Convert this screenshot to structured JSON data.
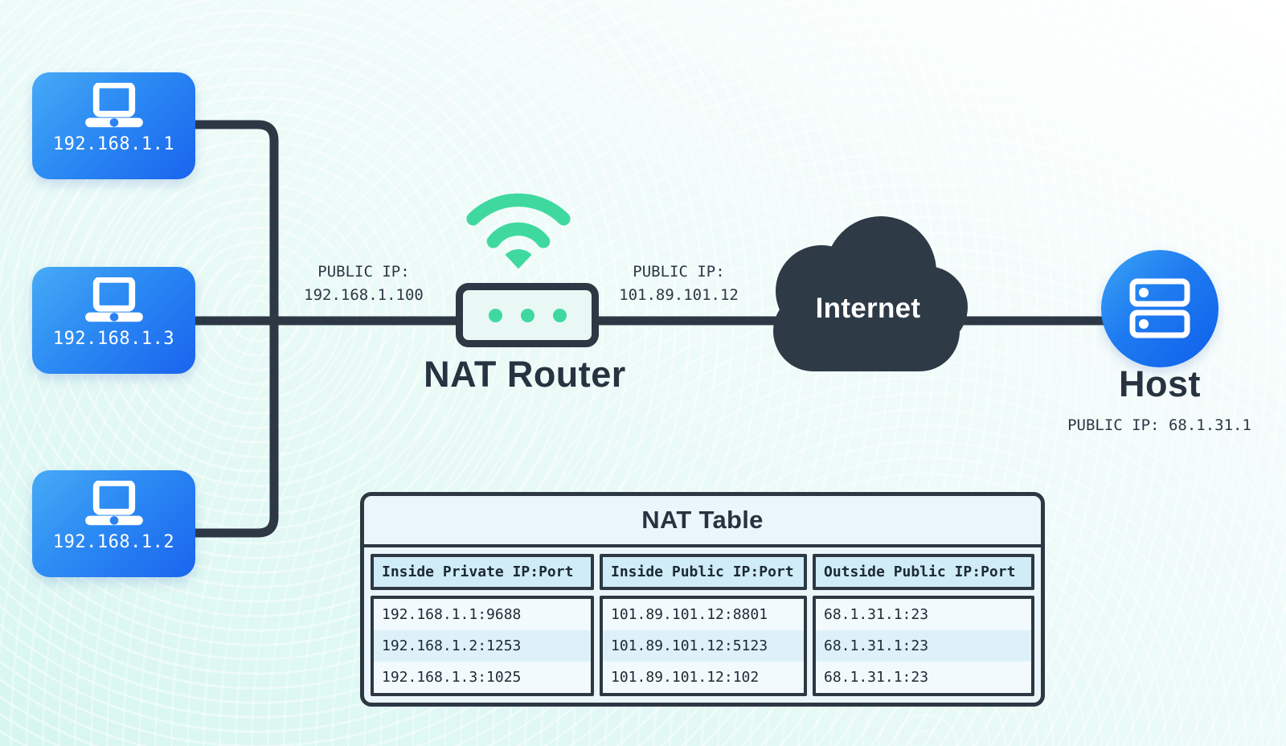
{
  "devices": [
    {
      "id": "laptop-1",
      "ip": "192.168.1.1"
    },
    {
      "id": "laptop-2",
      "ip": "192.168.1.3"
    },
    {
      "id": "laptop-3",
      "ip": "192.168.1.2"
    }
  ],
  "router": {
    "title": "NAT Router",
    "inside_label_line1": "PUBLIC IP:",
    "inside_label_line2": "192.168.1.100",
    "outside_label_line1": "PUBLIC IP:",
    "outside_label_line2": "101.89.101.12"
  },
  "internet": {
    "label": "Internet"
  },
  "host": {
    "title": "Host",
    "public_ip_label": "PUBLIC IP: 68.1.31.1"
  },
  "nat_table": {
    "title": "NAT Table",
    "columns": [
      "Inside Private IP:Port",
      "Inside Public IP:Port",
      "Outside Public IP:Port"
    ],
    "rows": [
      [
        "192.168.1.1:9688",
        "101.89.101.12:8801",
        "68.1.31.1:23"
      ],
      [
        "192.168.1.2:1253",
        "101.89.101.12:5123",
        "68.1.31.1:23"
      ],
      [
        "192.168.1.3:1025",
        "101.89.101.12:102",
        "68.1.31.1:23"
      ]
    ]
  },
  "colors": {
    "dark_slate": "#2d3844",
    "accent_green": "#3fd9a0",
    "device_blue_light": "#47aaf6",
    "device_blue_dark": "#1a64ee",
    "background_mint": "#d7f6f0",
    "table_header_bg": "#cfecf7",
    "table_row_alt_bg": "#def1f8"
  }
}
